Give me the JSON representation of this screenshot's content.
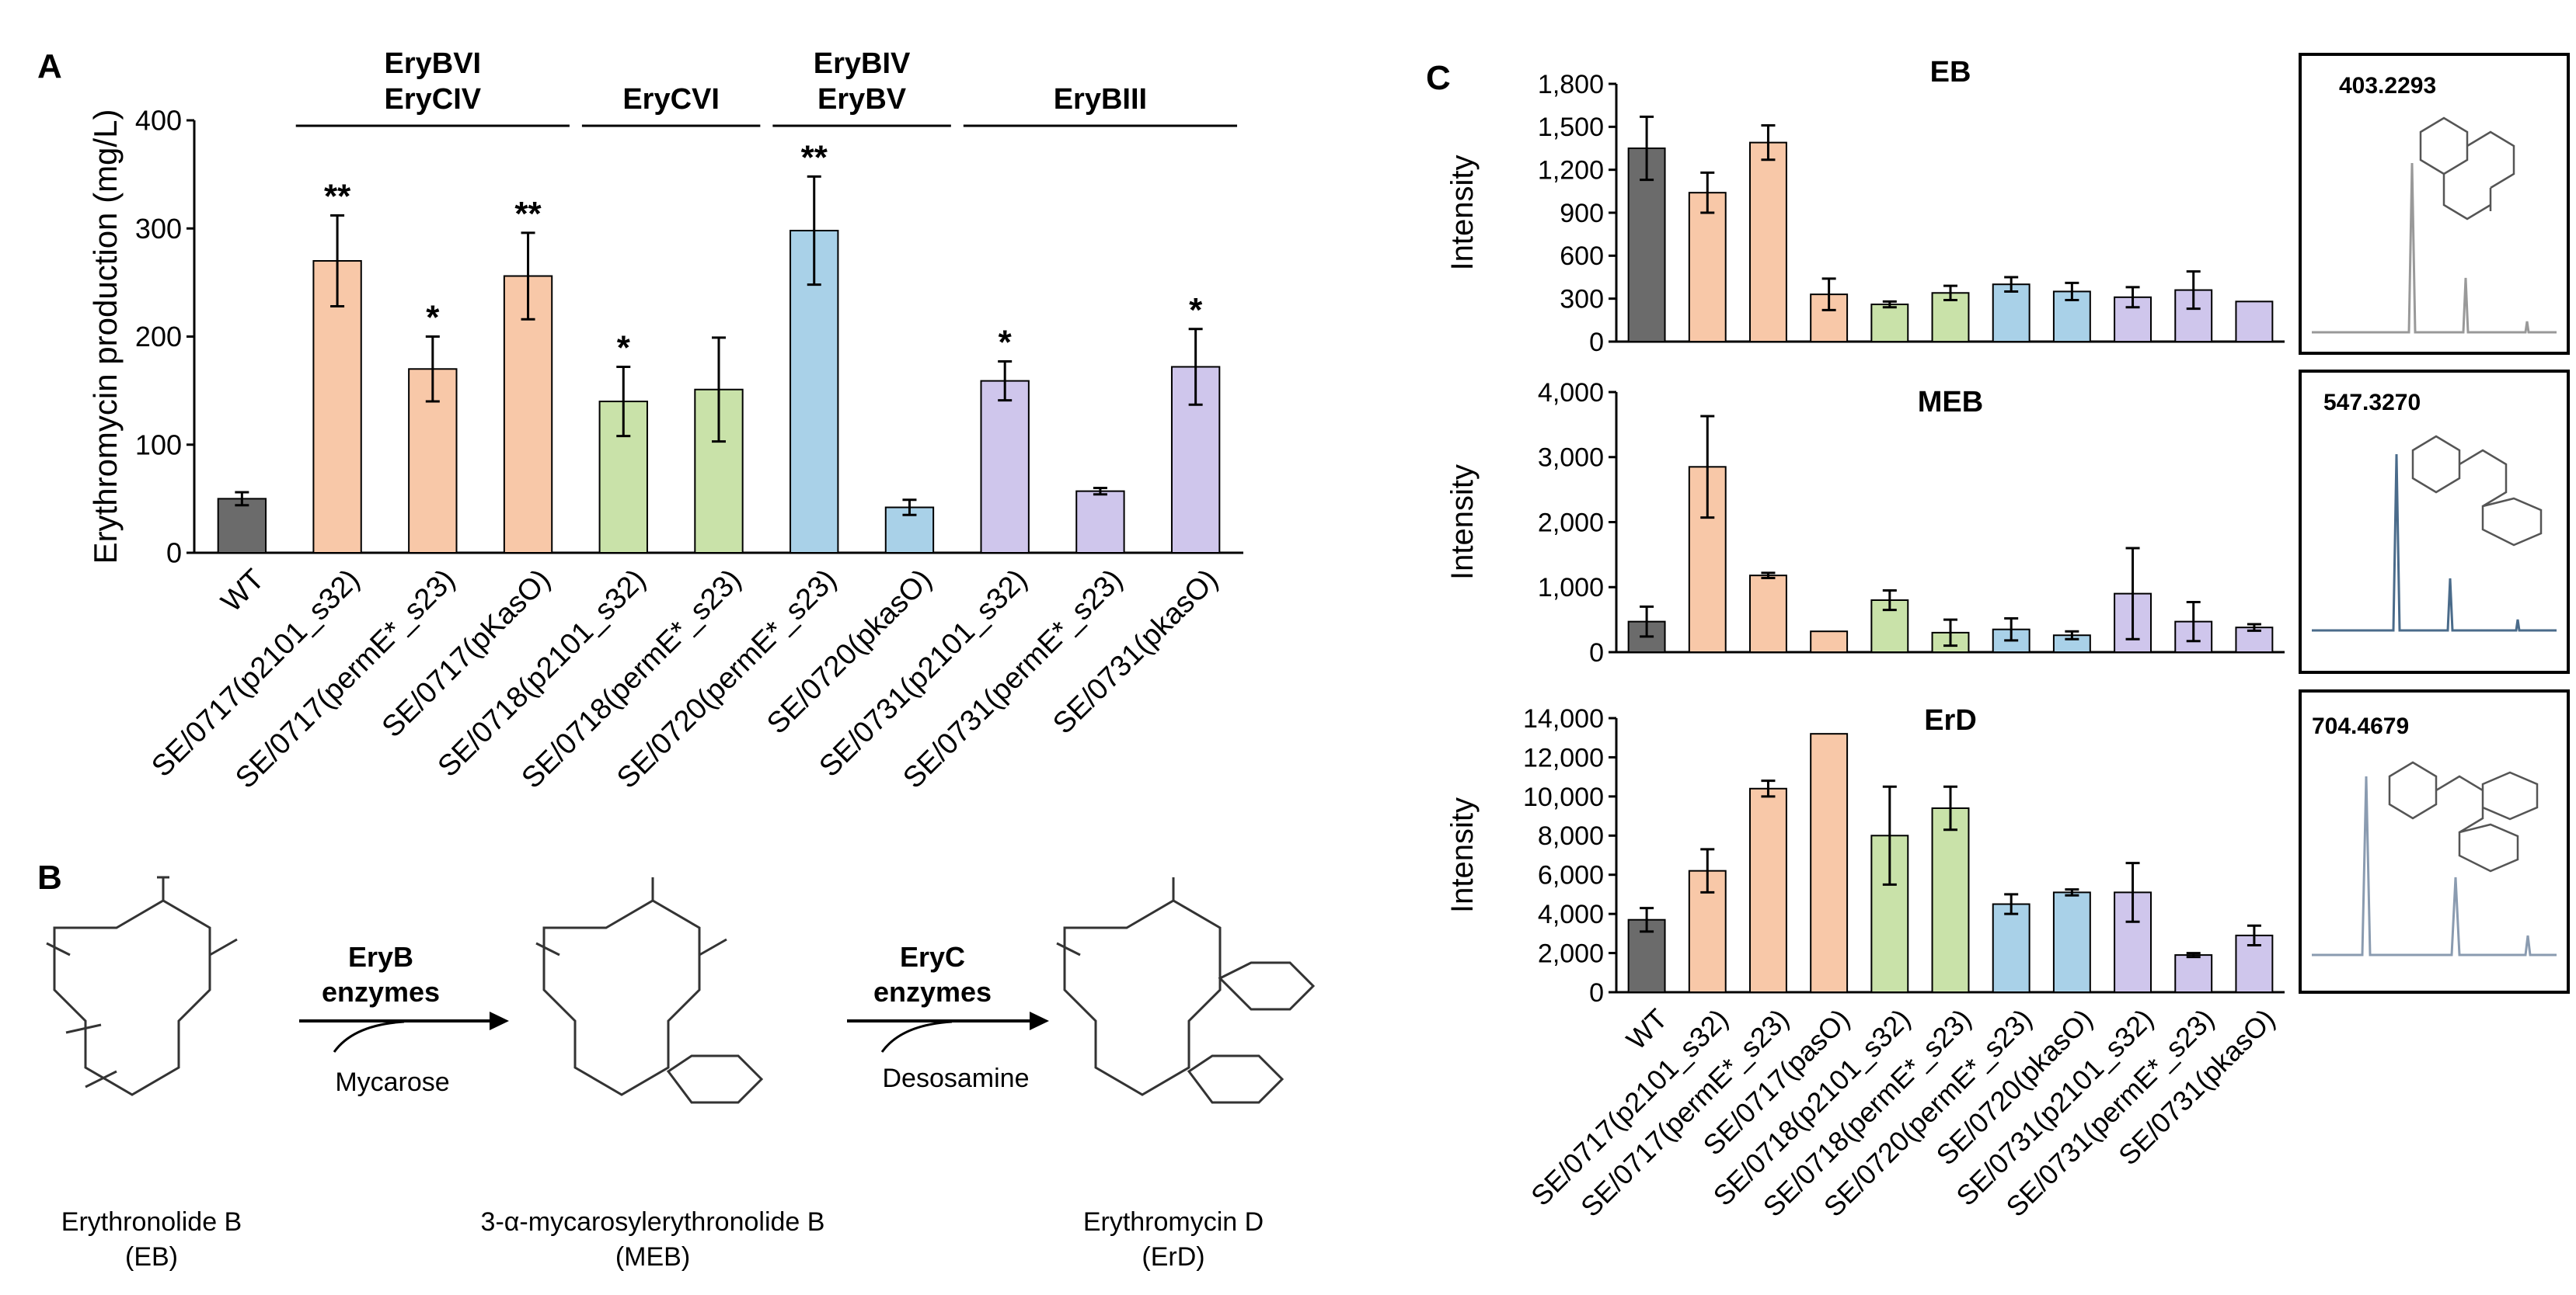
{
  "panel_labels": {
    "a": "A",
    "b": "B",
    "c": "C"
  },
  "colors": {
    "wt": "#6b6b6b",
    "sx0717": "#f8c8a8",
    "sx0718": "#c9e2a9",
    "sx0720": "#a9d1e8",
    "sx0731": "#cfc6ec"
  },
  "chart_data": [
    {
      "id": "panel-a",
      "type": "bar",
      "title": "",
      "ylabel": "Erythromycin production (mg/L)",
      "ylim": [
        0,
        400
      ],
      "yticks": [
        "0",
        "100",
        "200",
        "300",
        "400"
      ],
      "categories": [
        "WT",
        "SE/0717(p2101_s32)",
        "SE/0717(permE*_s23)",
        "SE/0717(pKasO)",
        "SE/0718(p2101_s32)",
        "SE/0718(permE*_s23)",
        "SE/0720(permE*_s23)",
        "SE/0720(pkasO)",
        "SE/0731(p2101_s32)",
        "SE/0731(permE*_s23)",
        "SE/0731(pkasO)"
      ],
      "values": [
        50,
        270,
        170,
        256,
        140,
        151,
        298,
        42,
        159,
        57,
        172
      ],
      "errors": [
        6,
        42,
        30,
        40,
        32,
        48,
        50,
        7,
        18,
        3,
        35
      ],
      "significance": [
        "",
        "**",
        "*",
        "**",
        "*",
        "",
        "**",
        "",
        "*",
        "",
        "*"
      ],
      "groups": [
        {
          "lines": [
            "EryBVI",
            "EryCIV"
          ],
          "from": 1,
          "to": 3
        },
        {
          "lines": [
            "EryCVI"
          ],
          "from": 4,
          "to": 5
        },
        {
          "lines": [
            "EryBIV",
            "EryBV"
          ],
          "from": 6,
          "to": 7
        },
        {
          "lines": [
            "EryBIII"
          ],
          "from": 8,
          "to": 10
        }
      ]
    },
    {
      "id": "panel-c-eb",
      "type": "bar",
      "title": "EB",
      "ylabel": "Intensity",
      "ylim": [
        0,
        1800
      ],
      "yticks": [
        "0",
        "300",
        "600",
        "900",
        "1,200",
        "1,500",
        "1,800"
      ],
      "categories": [
        "WT",
        "SE/0717(p2101_s32)",
        "SE/0717(permE*_s23)",
        "SE/0717(pasO)",
        "SE/0718(p2101_s32)",
        "SE/0718(permE*_s23)",
        "SE/0720(permE*_s23)",
        "SE/0720(pkasO)",
        "SE/0731(p2101_s32)",
        "SE/0731(permE*_s23)",
        "SE/0731(pkasO)"
      ],
      "values": [
        1350,
        1040,
        1390,
        330,
        260,
        340,
        400,
        350,
        310,
        360,
        280
      ],
      "errors": [
        220,
        140,
        120,
        110,
        20,
        50,
        50,
        60,
        70,
        130,
        0
      ]
    },
    {
      "id": "panel-c-meb",
      "type": "bar",
      "title": "MEB",
      "ylabel": "Intensity",
      "ylim": [
        0,
        4000
      ],
      "yticks": [
        "0",
        "1,000",
        "2,000",
        "3,000",
        "4,000"
      ],
      "categories": [
        "WT",
        "SE/0717(p2101_s32)",
        "SE/0717(permE*_s23)",
        "SE/0717(pasO)",
        "SE/0718(p2101_s32)",
        "SE/0718(permE*_s23)",
        "SE/0720(permE*_s23)",
        "SE/0720(pkasO)",
        "SE/0731(p2101_s32)",
        "SE/0731(permE*_s23)",
        "SE/0731(pkasO)"
      ],
      "values": [
        470,
        2850,
        1180,
        320,
        800,
        300,
        350,
        260,
        900,
        470,
        380
      ],
      "errors": [
        230,
        780,
        40,
        0,
        150,
        200,
        170,
        60,
        700,
        300,
        50
      ]
    },
    {
      "id": "panel-c-erd",
      "type": "bar",
      "title": "ErD",
      "ylabel": "Intensity",
      "ylim": [
        0,
        14000
      ],
      "yticks": [
        "0",
        "2,000",
        "4,000",
        "6,000",
        "8,000",
        "10,000",
        "12,000",
        "14,000"
      ],
      "categories": [
        "WT",
        "SE/0717(p2101_s32)",
        "SE/0717(permE*_s23)",
        "SE/0717(pasO)",
        "SE/0718(p2101_s32)",
        "SE/0718(permE*_s23)",
        "SE/0720(permE*_s23)",
        "SE/0720(pkasO)",
        "SE/0731(p2101_s32)",
        "SE/0731(permE*_s23)",
        "SE/0731(pkasO)"
      ],
      "values": [
        3700,
        6200,
        10400,
        13200,
        8000,
        9400,
        4500,
        5100,
        5100,
        1900,
        2900
      ],
      "errors": [
        600,
        1100,
        400,
        0,
        2500,
        1100,
        500,
        150,
        1500,
        100,
        500
      ]
    }
  ],
  "ms_insets": [
    {
      "value": "403.2293"
    },
    {
      "value": "547.3270"
    },
    {
      "value": "704.4679"
    }
  ],
  "pathway": {
    "eb_name": "Erythronolide B",
    "eb_abbr": "(EB)",
    "meb_name": "3-α-mycarosylerythronolide B",
    "meb_abbr": "(MEB)",
    "erd_name": "Erythromycin D",
    "erd_abbr": "(ErD)",
    "step1_enzyme_line1": "EryB",
    "step1_enzyme_line2": "enzymes",
    "step1_sugar": "Mycarose",
    "step2_enzyme_line1": "EryC",
    "step2_enzyme_line2": "enzymes",
    "step2_sugar": "Desosamine"
  }
}
